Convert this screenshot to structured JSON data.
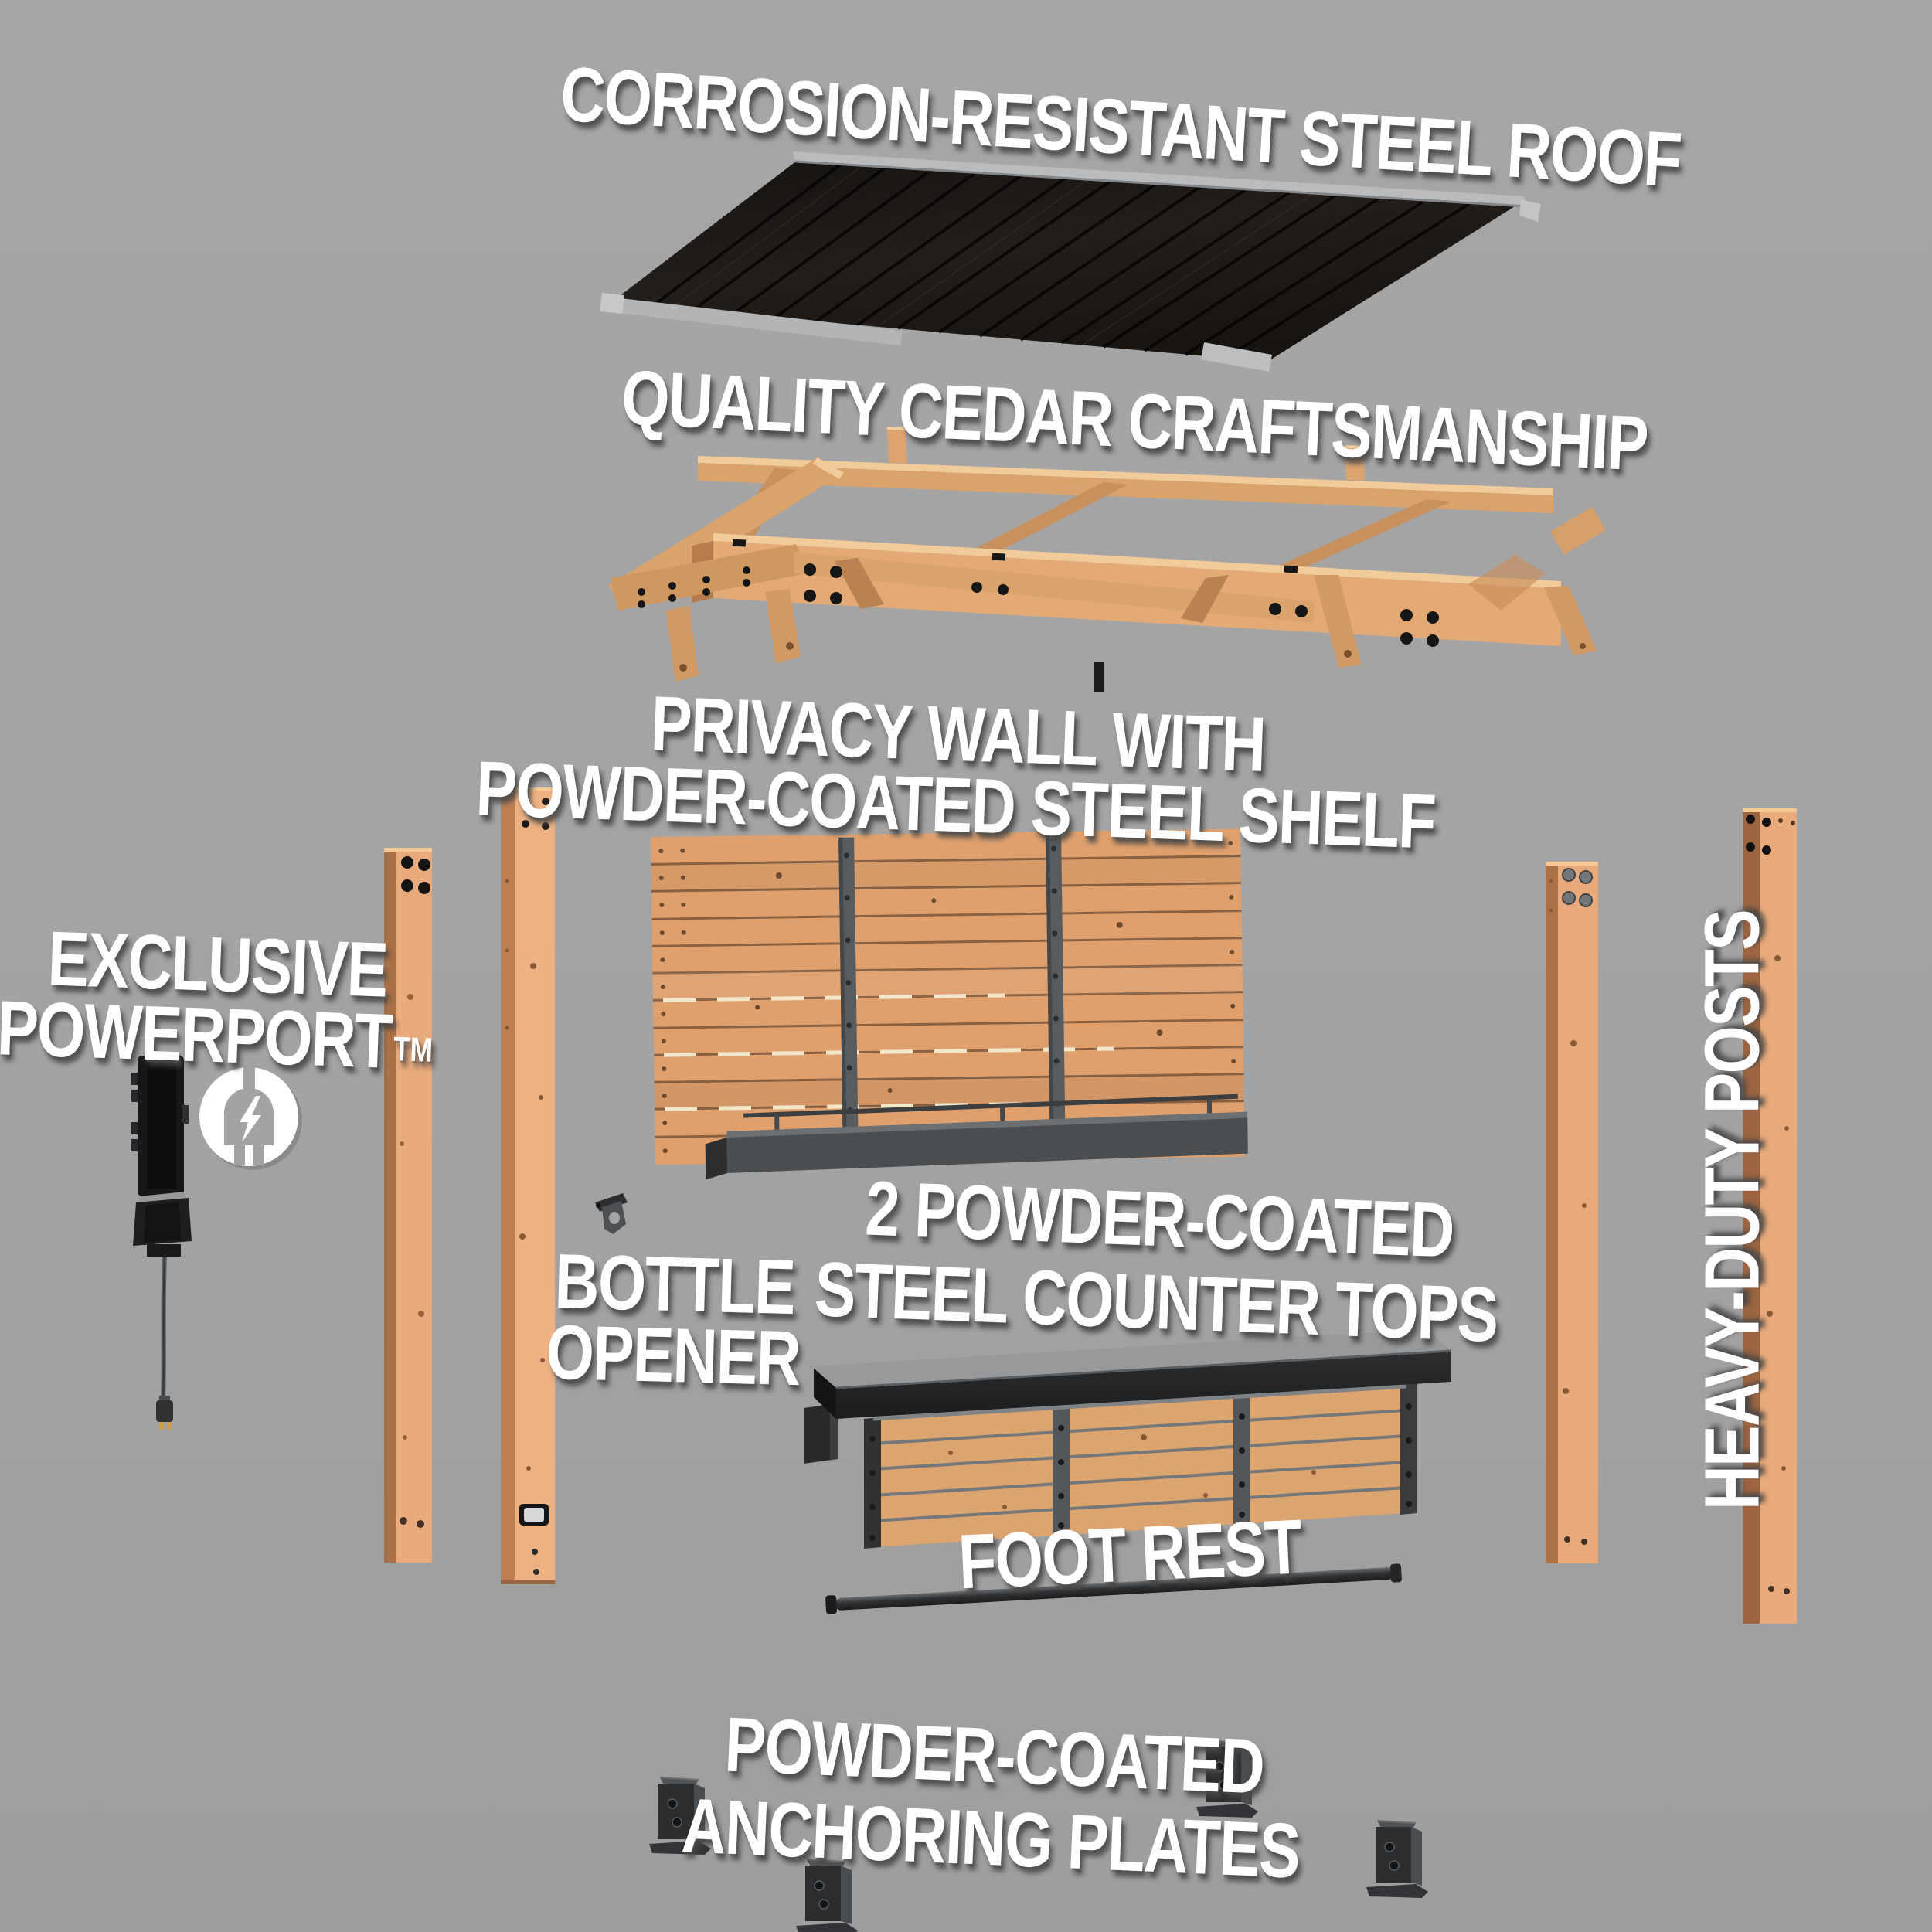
{
  "scene": {
    "description": "Exploded product diagram of a cedar outdoor bar gazebo kit",
    "background_color": "#a3a3a3",
    "text_color": "#ffffff"
  },
  "labels": {
    "roof": "CORROSION-RESISTANT STEEL ROOF",
    "cedar": "QUALITY CEDAR CRAFTSMANSHIP",
    "privacy": [
      "PRIVACY WALL WITH",
      "POWDER-COATED STEEL SHELF"
    ],
    "powerport": [
      "EXCLUSIVE",
      "POWERPORT"
    ],
    "powerport_tm": "TM",
    "bottle": [
      "BOTTLE",
      "OPENER"
    ],
    "counter": [
      "2 POWDER-COATED",
      "STEEL COUNTER TOPS"
    ],
    "footrest": "FOOT REST",
    "posts": "HEAVY-DUTY POSTS",
    "anchor": [
      "POWDER-COATED",
      "ANCHORING PLATES"
    ]
  },
  "icons": {
    "powerport_icon": "plug-lightning-circle",
    "bottle_opener_icon": "bottle-opener"
  },
  "colors": {
    "wood_face": "#e3aa75",
    "wood_light": "#f2cb9b",
    "wood_shadow": "#b67c4e",
    "roof_panel": "#1c1815",
    "roof_trim": "#b9bbbd",
    "steel_gray": "#595c5f",
    "steel_dark": "#2b2d2f",
    "counter_top": "#97999b",
    "plug_pins_gold": "#c9a14e"
  }
}
